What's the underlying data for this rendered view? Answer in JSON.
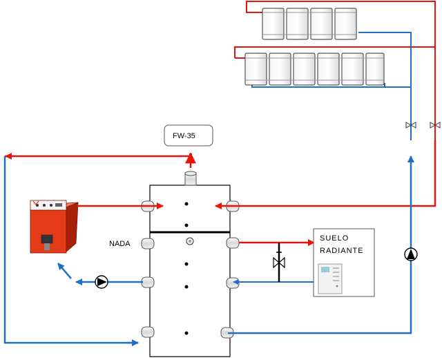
{
  "labels": {
    "controller": "FW-35",
    "nada": "NADA",
    "suelo_line1": "SUELO",
    "suelo_line2": "RADIANTE"
  },
  "colors": {
    "hot": "#e8140c",
    "cold": "#1f6fc5",
    "boiler": "#e03a1a",
    "tank_stroke": "#000000"
  },
  "icons": [
    "boiler-icon",
    "pump-icon",
    "valve-icon",
    "radiator-icon",
    "thermostat-icon"
  ]
}
